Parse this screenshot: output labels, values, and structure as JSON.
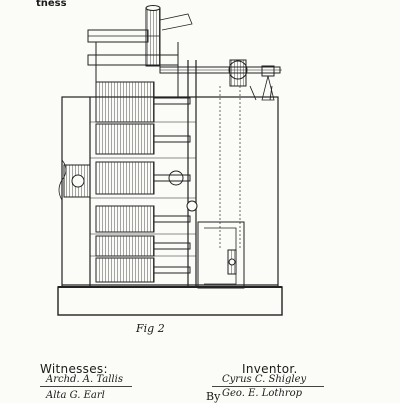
{
  "header": {
    "corner_mark": "tness"
  },
  "figure": {
    "label": "Fig 2"
  },
  "witnesses": {
    "title": "Witnesses:",
    "names": [
      "Archd. A. Tallis",
      "Alta G. Earl"
    ]
  },
  "inventor": {
    "title": "Inventor.",
    "name": "Cyrus C. Shigley",
    "by_label": "By",
    "attorney": "Geo. E. Lothrop"
  },
  "colors": {
    "ink": "#1a1a1a",
    "paper": "#fbfbf7"
  }
}
